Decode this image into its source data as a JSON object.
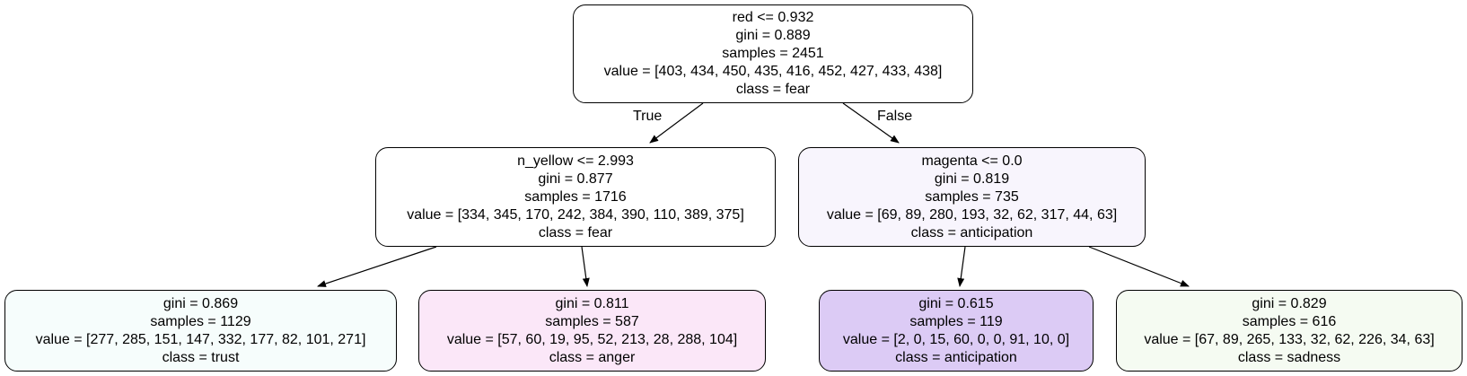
{
  "tree": {
    "edge_true_label": "True",
    "edge_false_label": "False",
    "nodes": [
      {
        "lines": [
          "red <= 0.932",
          "gini = 0.889",
          "samples = 2451",
          "value = [403, 434, 450, 435, 416, 452, 427, 433, 438]",
          "class = fear"
        ],
        "fill": "#ffffff"
      },
      {
        "lines": [
          "n_yellow <= 2.993",
          "gini = 0.877",
          "samples = 1716",
          "value = [334, 345, 170, 242, 384, 390, 110, 389, 375]",
          "class = fear"
        ],
        "fill": "#ffffff"
      },
      {
        "lines": [
          "magenta <= 0.0",
          "gini = 0.819",
          "samples = 735",
          "value = [69, 89, 280, 193, 32, 62, 317, 44, 63]",
          "class = anticipation"
        ],
        "fill": "#f8f5fd"
      },
      {
        "lines": [
          "gini = 0.869",
          "samples = 1129",
          "value = [277, 285, 151, 147, 332, 177, 82, 101, 271]",
          "class = trust"
        ],
        "fill": "#f6fdfc"
      },
      {
        "lines": [
          "gini = 0.811",
          "samples = 587",
          "value = [57, 60, 19, 95, 52, 213, 28, 288, 104]",
          "class = anger"
        ],
        "fill": "#fbe7f8"
      },
      {
        "lines": [
          "gini = 0.615",
          "samples = 119",
          "value = [2, 0, 15, 60, 0, 0, 91, 10, 0]",
          "class = anticipation"
        ],
        "fill": "#dccbf5"
      },
      {
        "lines": [
          "gini = 0.829",
          "samples = 616",
          "value = [67, 89, 265, 133, 32, 62, 226, 34, 63]",
          "class = sadness"
        ],
        "fill": "#f5fbf2"
      }
    ]
  }
}
